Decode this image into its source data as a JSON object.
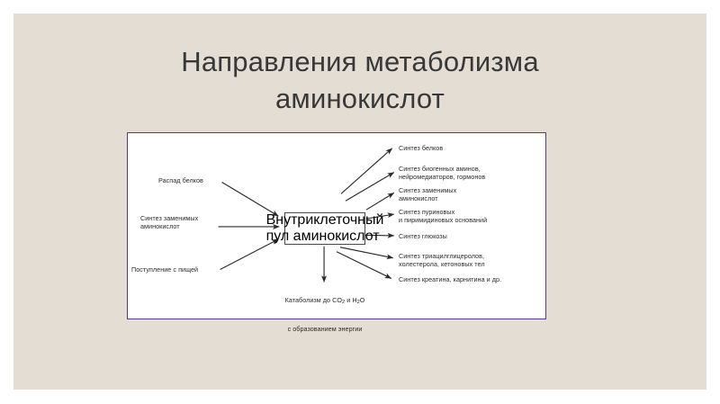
{
  "slide": {
    "background_color": "#e3ddd3",
    "title": "Направления метаболизма\nаминокислот",
    "title_color": "#383838"
  },
  "diagram": {
    "frame_border_color": "#5d3a6e",
    "frame_background": "#ffffff",
    "center_box": {
      "label": "Внутриклеточный\nпул аминокислот"
    },
    "inputs": [
      {
        "label": "Распад белков"
      },
      {
        "label": "Синтез заменимых\nаминокислот"
      },
      {
        "label": "Поступление с пищей"
      }
    ],
    "outputs": [
      {
        "label": "Синтез белков"
      },
      {
        "label": "Синтез биогенных аминов,\nнейромедиаторов, гормонов"
      },
      {
        "label": "Синтез заменимых\nаминокислот"
      },
      {
        "label": "Синтез пуриновых\nи пиримидиновых оснований"
      },
      {
        "label": "Синтез глюкозы"
      },
      {
        "label": "Синтез триацилглицеролов,\nхолестерола, кетоновых тел"
      },
      {
        "label": "Синтез креатина, карнитина и др."
      }
    ],
    "catabolism": {
      "line1_prefix": "Катаболизм до CO",
      "line1_sub1": "2",
      "line1_mid": " и H",
      "line1_sub2": "2",
      "line1_suffix": "O",
      "line2": "с образованием энергии"
    }
  }
}
